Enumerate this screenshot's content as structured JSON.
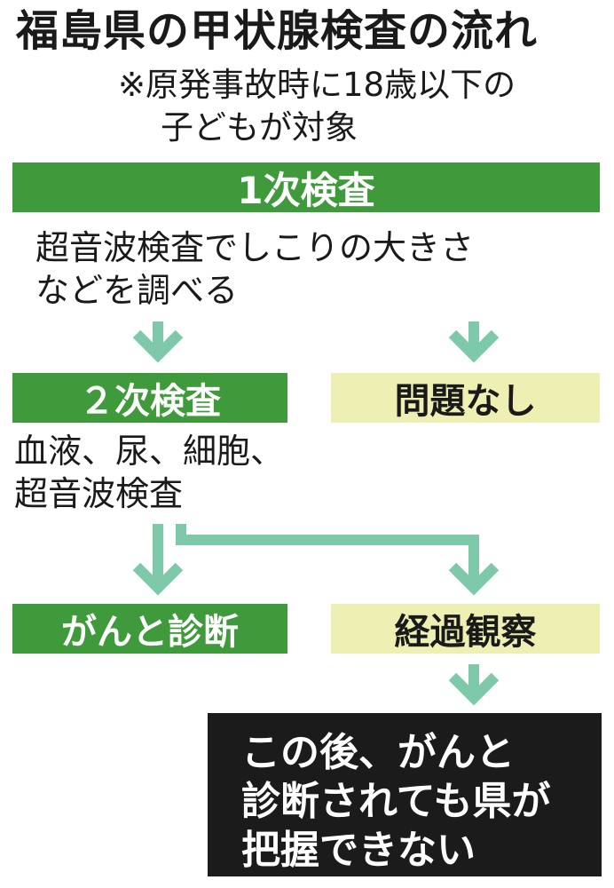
{
  "title": "福島県の甲状腺検査の流れ",
  "note": [
    "※原発事故時に18歳以下の",
    "子どもが対象"
  ],
  "first_exam": {
    "label": "1次検査",
    "description": [
      "超音波検査でしこりの大きさ",
      "などを調べる"
    ]
  },
  "second_exam": {
    "label": "２次検査",
    "description": [
      "血液、尿、細胞、",
      "超音波検査"
    ]
  },
  "no_problem": {
    "label": "問題なし"
  },
  "cancer": {
    "label": "がんと診断"
  },
  "observation": {
    "label": "経過観察"
  },
  "final_note": [
    "この後、がんと",
    "診断されても県が",
    "把握できない"
  ],
  "colors": {
    "green": "#3f9a3c",
    "yellow": "#eef0b3",
    "dark": "#1b1b1b",
    "arrow": "#7dc9aa"
  }
}
